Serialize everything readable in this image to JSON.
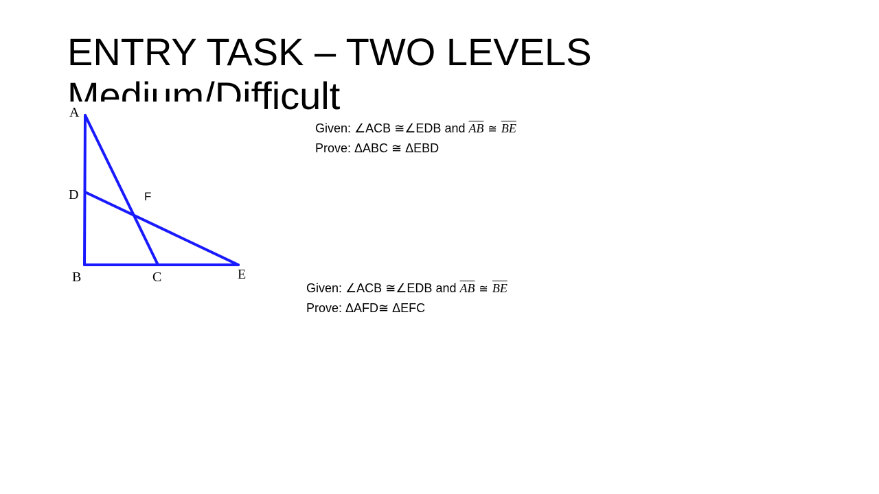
{
  "slide": {
    "title_line_1": "ENTRY TASK – TWO LEVELS",
    "title_line_2": "Medium/Difficult"
  },
  "figure": {
    "labels": {
      "A": "A",
      "D": "D",
      "F": "F",
      "B": "B",
      "C": "C",
      "E": "E"
    },
    "line_color": "#1a1aff"
  },
  "problems": [
    {
      "given_prefix": "Given: ",
      "angle_1": "∠ACB",
      "congruent_1": " ≅",
      "angle_2": "∠EDB",
      "and_text": " and ",
      "seg_1": "AB",
      "congruent_2": "≅",
      "seg_2": "BE",
      "prove_text": "Prove: ΔABC ≅ ΔEBD"
    },
    {
      "given_prefix": "Given: ",
      "angle_1": "∠ACB",
      "congruent_1": " ≅",
      "angle_2": "∠EDB",
      "and_text": " and ",
      "seg_1": "AB",
      "congruent_2": "≅",
      "seg_2": "BE",
      "prove_text": "Prove:  ΔAFD≅ ΔEFC"
    }
  ]
}
